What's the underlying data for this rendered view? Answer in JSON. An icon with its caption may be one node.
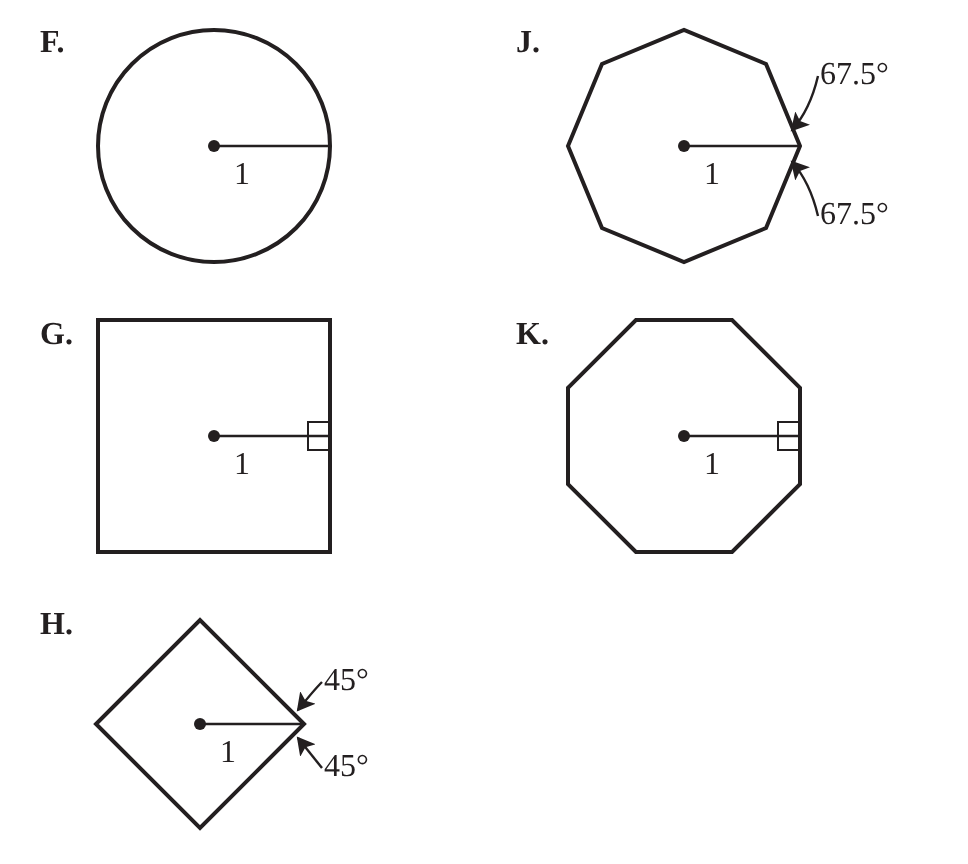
{
  "diagram": {
    "nodes": [
      {
        "text": [
          "1"
        ],
        "beside": [
          "F."
        ]
      },
      {
        "text": [
          "1"
        ],
        "beside": [
          "J."
        ]
      },
      {
        "text": [
          "67.5°"
        ]
      },
      {
        "text": [
          "67.5°"
        ]
      },
      {
        "text": [
          "1"
        ],
        "beside": [
          "G."
        ]
      },
      {
        "text": [
          "1"
        ],
        "beside": [
          "K."
        ]
      },
      {
        "text": [
          "1"
        ],
        "beside": [
          "H."
        ]
      },
      {
        "text": [
          "45°"
        ]
      },
      {
        "text": [
          "45°"
        ]
      }
    ],
    "edges": [
      {
        "from": 2,
        "to": 1,
        "arrow": "to"
      },
      {
        "from": 3,
        "to": 1,
        "arrow": "to"
      },
      {
        "from": 7,
        "to": 6,
        "arrow": "to"
      },
      {
        "from": 8,
        "to": 6,
        "arrow": "to"
      }
    ]
  }
}
